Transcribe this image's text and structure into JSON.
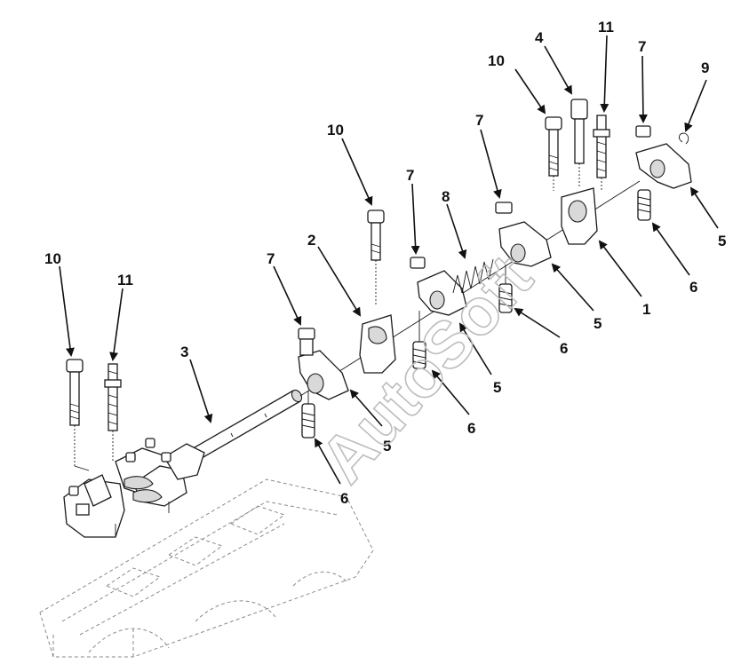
{
  "watermark": "AutoSoft",
  "callouts": [
    {
      "id": "c10-left",
      "text": "10"
    },
    {
      "id": "c11-left",
      "text": "11"
    },
    {
      "id": "c3",
      "text": "3"
    },
    {
      "id": "c7-a",
      "text": "7"
    },
    {
      "id": "c5-a",
      "text": "5"
    },
    {
      "id": "c6-a",
      "text": "6"
    },
    {
      "id": "c2",
      "text": "2"
    },
    {
      "id": "c10-mid",
      "text": "10"
    },
    {
      "id": "c7-b",
      "text": "7"
    },
    {
      "id": "c8",
      "text": "8"
    },
    {
      "id": "c5-b",
      "text": "5"
    },
    {
      "id": "c6-b",
      "text": "6"
    },
    {
      "id": "c7-c",
      "text": "7"
    },
    {
      "id": "c5-c",
      "text": "5"
    },
    {
      "id": "c6-c",
      "text": "6"
    },
    {
      "id": "c10-right",
      "text": "10"
    },
    {
      "id": "c4",
      "text": "4"
    },
    {
      "id": "c11-right",
      "text": "11"
    },
    {
      "id": "c1",
      "text": "1"
    },
    {
      "id": "c7-d",
      "text": "7"
    },
    {
      "id": "c9",
      "text": "9"
    },
    {
      "id": "c5-d",
      "text": "5"
    },
    {
      "id": "c6-d",
      "text": "6"
    }
  ]
}
